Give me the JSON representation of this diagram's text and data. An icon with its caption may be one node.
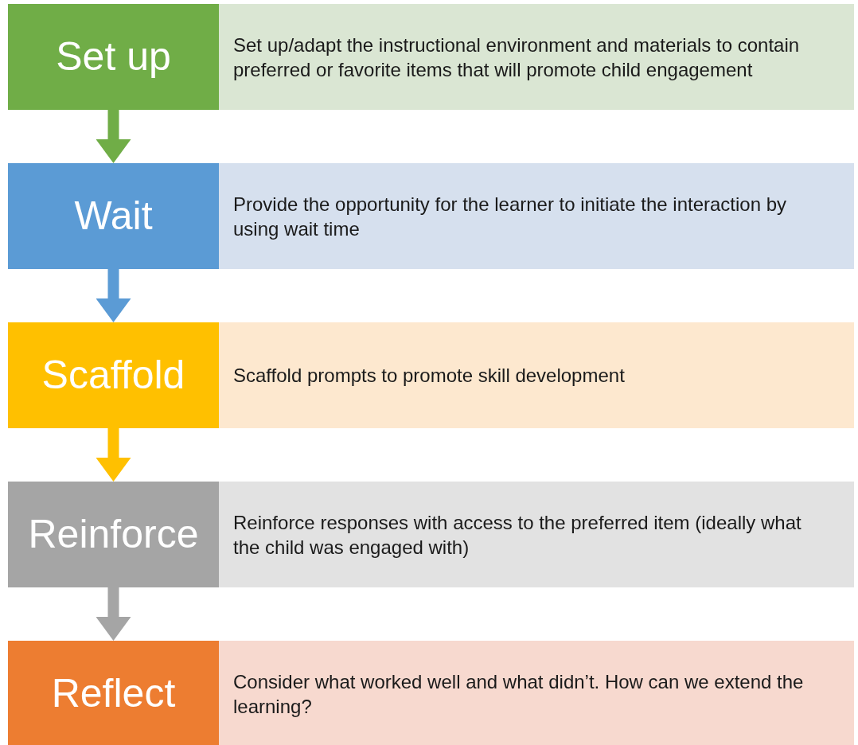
{
  "diagram": {
    "nodes": [
      {
        "text": [
          "Set up"
        ]
      },
      {
        "text": [
          "Set up/adapt the instructional environment and materials to contain preferred or favorite items that will promote child engagement"
        ]
      },
      {
        "text": [
          "Wait"
        ]
      },
      {
        "text": [
          "Provide the opportunity for the learner to initiate the interaction by using wait time"
        ]
      },
      {
        "text": [
          "Scaffold"
        ]
      },
      {
        "text": [
          "Scaffold prompts to promote skill development"
        ]
      },
      {
        "text": [
          "Reinforce"
        ]
      },
      {
        "text": [
          "Reinforce responses with access to the preferred item (ideally what the child was engaged with)"
        ]
      },
      {
        "text": [
          "Reflect"
        ]
      },
      {
        "text": [
          "Consider what worked well and what didn’t. How can we extend the learning?"
        ]
      }
    ],
    "edges": [
      {
        "from": 0,
        "to": 2,
        "arrow": "to",
        "color": "#70ad47"
      },
      {
        "from": 2,
        "to": 4,
        "arrow": "to",
        "color": "#5b9bd5"
      },
      {
        "from": 4,
        "to": 6,
        "arrow": "to",
        "color": "#ffc000"
      },
      {
        "from": 6,
        "to": 8,
        "arrow": "to",
        "color": "#a5a5a5"
      }
    ]
  }
}
